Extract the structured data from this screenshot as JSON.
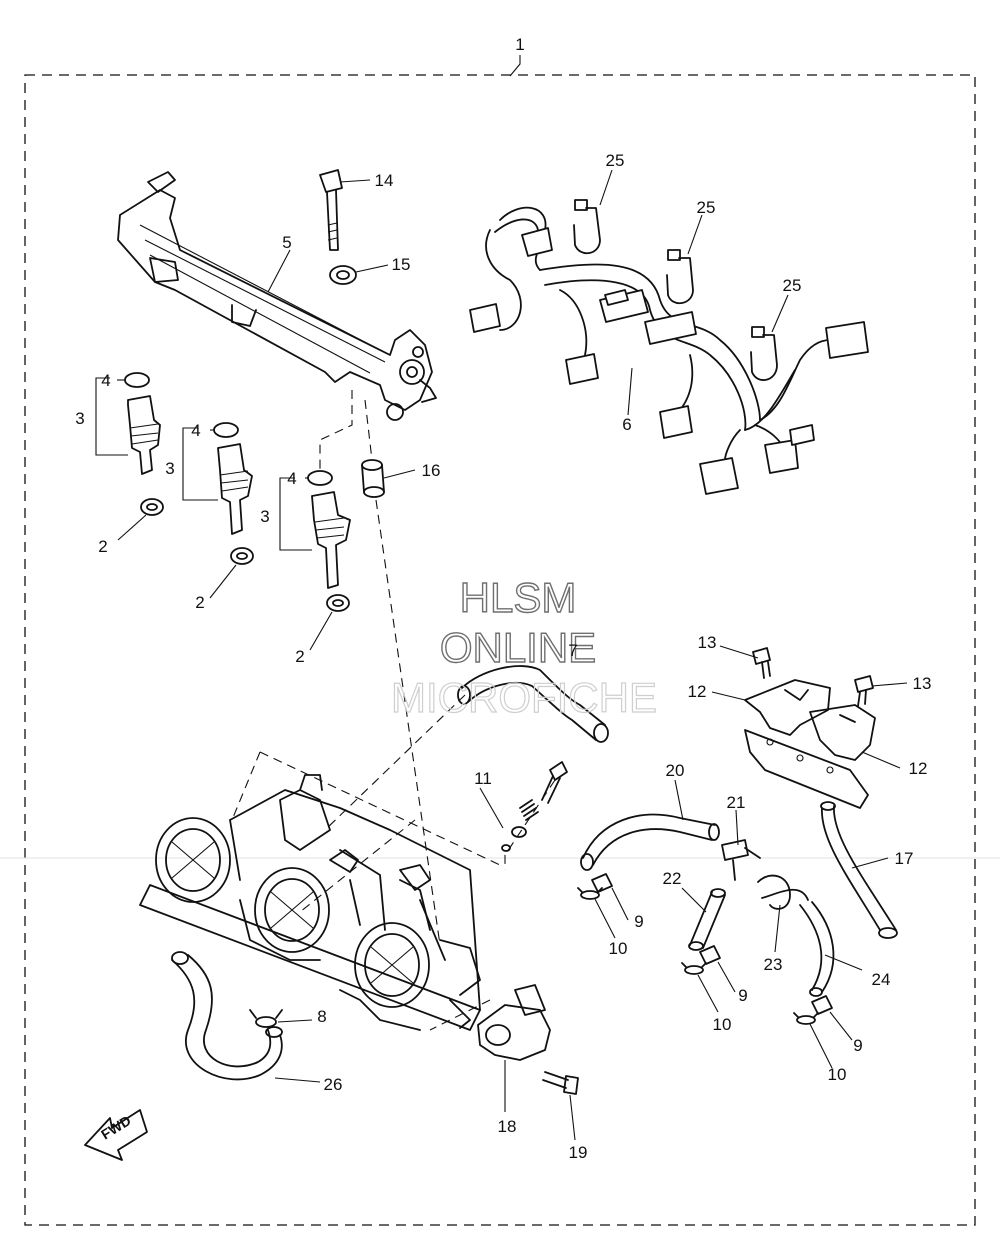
{
  "labels": {
    "l1": "1",
    "l2a": "2",
    "l2b": "2",
    "l2c": "2",
    "l3a": "3",
    "l3b": "3",
    "l3c": "3",
    "l4a": "4",
    "l4b": "4",
    "l4c": "4",
    "l5": "5",
    "l6": "6",
    "l7": "7",
    "l8": "8",
    "l9a": "9",
    "l9b": "9",
    "l9c": "9",
    "l10a": "10",
    "l10b": "10",
    "l10c": "10",
    "l11": "11",
    "l12a": "12",
    "l12b": "12",
    "l13a": "13",
    "l13b": "13",
    "l14": "14",
    "l15": "15",
    "l16": "16",
    "l17": "17",
    "l18": "18",
    "l19": "19",
    "l20": "20",
    "l21": "21",
    "l22": "22",
    "l23": "23",
    "l24": "24",
    "l25a": "25",
    "l25b": "25",
    "l25c": "25",
    "l26": "26"
  },
  "watermark": {
    "line1": "HLSM",
    "line2": "ONLINE",
    "line3": "MICROFICHE"
  },
  "direction_badge": "FWD"
}
